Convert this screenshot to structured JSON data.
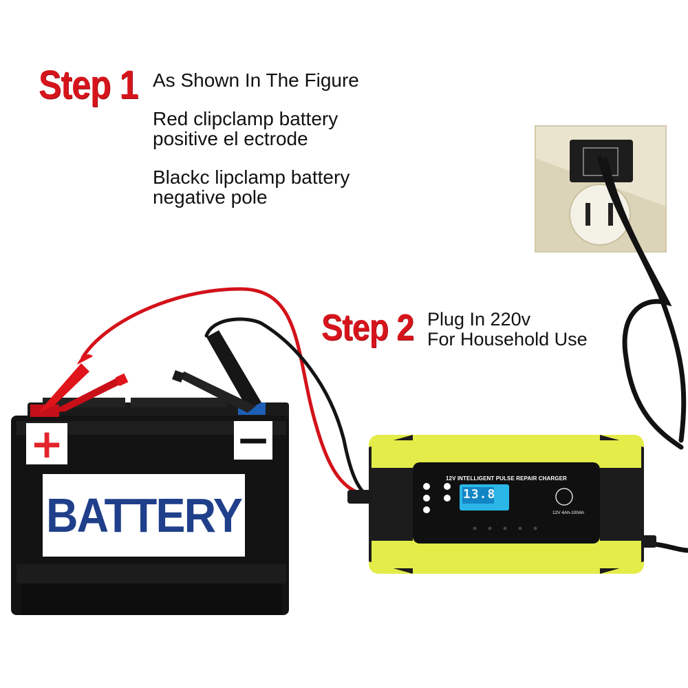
{
  "step1": {
    "label": "Step 1",
    "instructions": [
      {
        "lines": [
          "As Shown In The Figure"
        ]
      },
      {
        "lines": [
          "Red clipclamp battery",
          "positive el ectrode"
        ]
      },
      {
        "lines": [
          "Blackc lipclamp battery",
          "negative pole"
        ]
      }
    ]
  },
  "step2": {
    "label": "Step 2",
    "lines": [
      "Plug In 220v",
      "For Household Use"
    ]
  },
  "battery": {
    "label": "BATTERY",
    "positive_symbol": "+",
    "negative_symbol": "−"
  },
  "charger": {
    "title": "12V INTELLIGENT PULSE REPAIR CHARGER",
    "display_reading": "13.8",
    "spec": "12V 4Ah-100Ah"
  },
  "colors": {
    "step_red": "#d6141c",
    "battery_label_blue": "#1f3f8a",
    "charger_yellow": "#e4ec4a",
    "lcd_cyan": "#2bb6e8",
    "clamp_red": "#e0141b",
    "clamp_black": "#1a1a1a"
  },
  "icons": [
    "wall-outlet-icon",
    "charger-plug-icon",
    "red-clamp-icon",
    "black-clamp-icon"
  ]
}
